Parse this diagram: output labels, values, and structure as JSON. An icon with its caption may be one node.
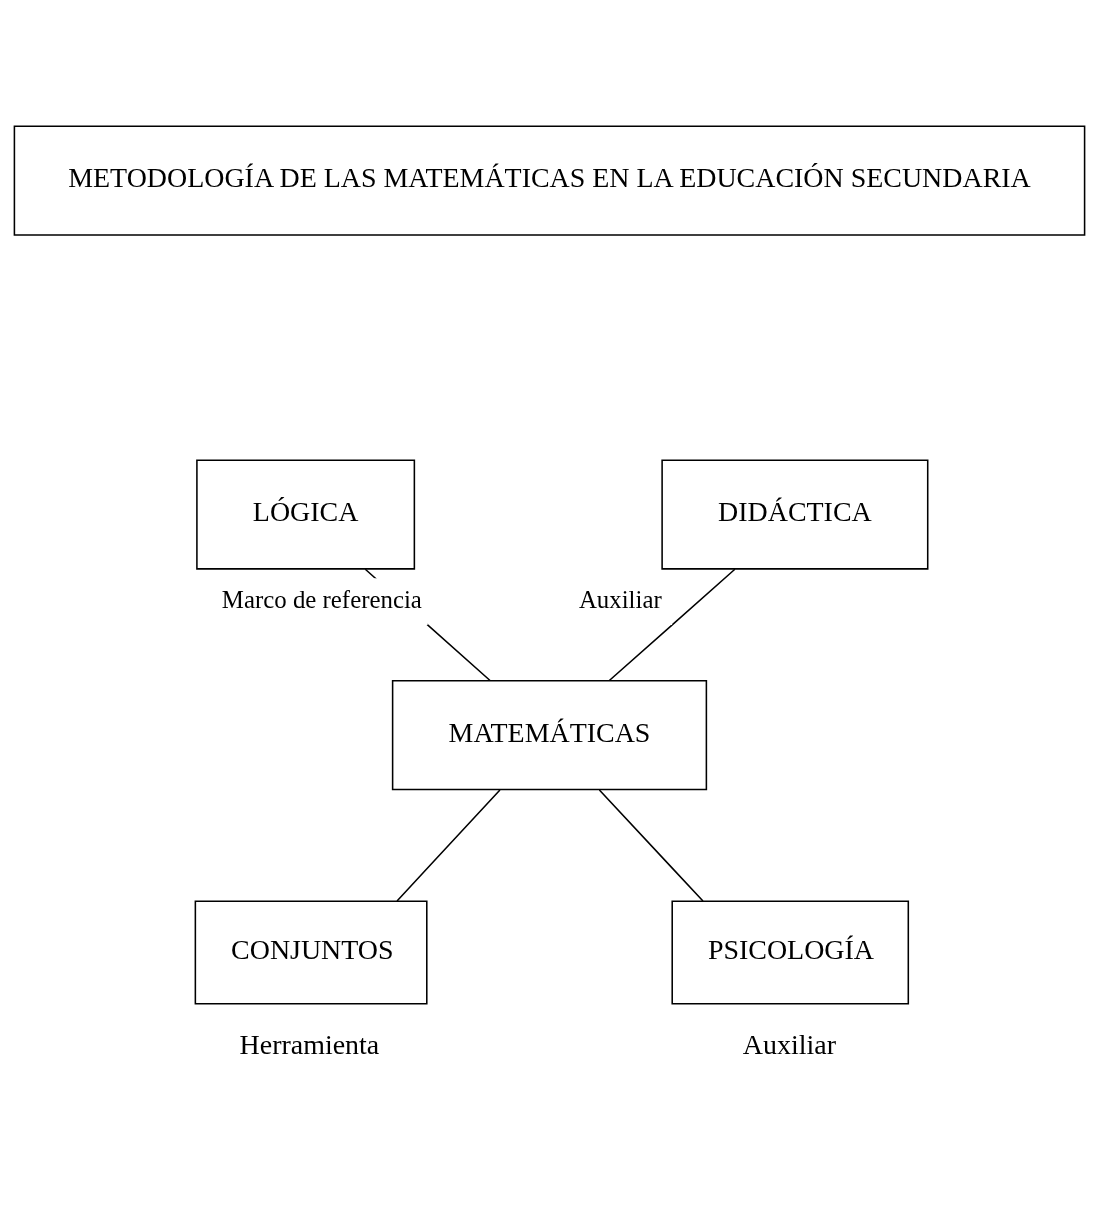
{
  "diagram": {
    "nodes": [
      {
        "text": [
          "METODOLOGÍA DE LAS MATEMÁTICAS EN LA EDUCACIÓN SECUNDARIA"
        ]
      },
      {
        "text": [
          "LÓGICA"
        ]
      },
      {
        "text": [
          "DIDÁCTICA"
        ]
      },
      {
        "text": [
          "MATEMÁTICAS"
        ]
      },
      {
        "text": [
          "CONJUNTOS"
        ],
        "beside": [
          "Herramienta"
        ]
      },
      {
        "text": [
          "PSICOLOGÍA"
        ],
        "beside": [
          "Auxiliar"
        ]
      }
    ],
    "edges": [
      {
        "from": 1,
        "to": 3,
        "arrow": "none",
        "label": "Marco de referencia"
      },
      {
        "from": 2,
        "to": 3,
        "arrow": "none",
        "label": "Auxiliar"
      },
      {
        "from": 3,
        "to": 4,
        "arrow": "none"
      },
      {
        "from": 3,
        "to": 5,
        "arrow": "none"
      }
    ]
  }
}
